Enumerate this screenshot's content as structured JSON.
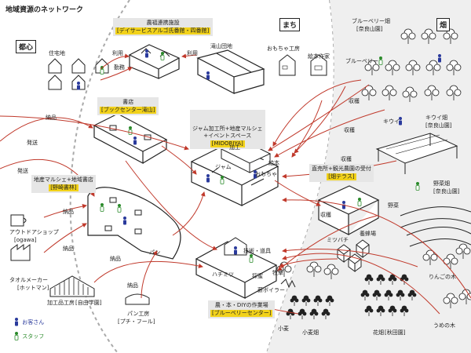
{
  "title": "地域資源のネットワーク",
  "zones": {
    "toshin": "都心",
    "machi": "まち",
    "hatake": "畑"
  },
  "places": {
    "jutakuchi": "住宅地",
    "takiyama": "滝山団地",
    "omocha_kobo": "おもちゃ工房",
    "ehon_sakka": "絵本作家",
    "blueberry_field": "ブルーベリー畑",
    "blueberry_field_sub": "[奈良山園]",
    "blueberry": "ブルーベリー",
    "kiwi": "キウイ",
    "kiwi_field": "キウイ畑",
    "kiwi_field_sub": "[奈良山園]",
    "yasai_field": "野菜畑",
    "yasai_field_sub": "[奈良山園]",
    "yasai": "野菜",
    "ringo": "りんごの木",
    "ume": "うめの木",
    "kafun": "花畑",
    "kafun_sub": "[秋田園]",
    "komugi_field": "小麦畑",
    "komugi": "小麦",
    "mitsubachi": "ミツバチ",
    "yohojo": "養蜂場",
    "outdoor_shop": "アウトドアショップ",
    "outdoor_shop_sub": "[ogawa]",
    "towel_maker": "タオルメーカー",
    "towel_maker_sub": "[ホットマン]",
    "kakohin": "加工品工房",
    "kakohin_sub": "[自由学園]",
    "pan_kobo": "パン工房",
    "pan_kobo_sub": "[プチ・フール]",
    "shin_boiler": "薪ボイラー",
    "bokuso": "牧草"
  },
  "labels": {
    "nosei": {
      "title": "農福連携施設",
      "sub": "[デイサービスアルゴ氏番館・四番館]"
    },
    "shoten": {
      "title": "書店",
      "sub": "[ブックセンター滝山]"
    },
    "jam": {
      "title": "ジャム加工所+地産マルシェ\n+イベントスペース",
      "sub": "[MIDORIYA]"
    },
    "chokubai": {
      "title": "直売所+観光農園の受付",
      "sub": "[畑テラス]"
    },
    "chisan": {
      "title": "地産マルシェ+地域書店",
      "sub": "[野崎書林]"
    },
    "sagyoba": {
      "title": "農・本・DIYの作業場",
      "sub": "[ブルーベリーセンター]"
    }
  },
  "rooms": {
    "jam": "ジャム",
    "ehon": "絵本",
    "omocha": "おもちゃ",
    "kako": "加工",
    "pan": "パン",
    "hachimitsu": "ハチミツ",
    "gijitsu": "技術・道具",
    "saibai": "採蜜"
  },
  "flows": {
    "riyo1": "利用",
    "riyo2": "利用",
    "kinmu": "勤務",
    "noh1": "納品",
    "noh2": "納品",
    "noh3": "納品",
    "noh4": "納品",
    "noh5": "納品",
    "hasso1": "発送",
    "hasso2": "発送",
    "shuukaku1": "収穫",
    "shuukaku2": "収穫",
    "shuukaku3": "収穫",
    "shuukaku4": "収穫"
  },
  "legend": {
    "customer": "お客さん",
    "staff": "スタッフ"
  },
  "colors": {
    "flow": "#c0392b",
    "highlight": "#f2d21a",
    "label_bg": "#e6e6e6",
    "customer": "#2a3a9c",
    "staff": "#2a8a2a"
  }
}
